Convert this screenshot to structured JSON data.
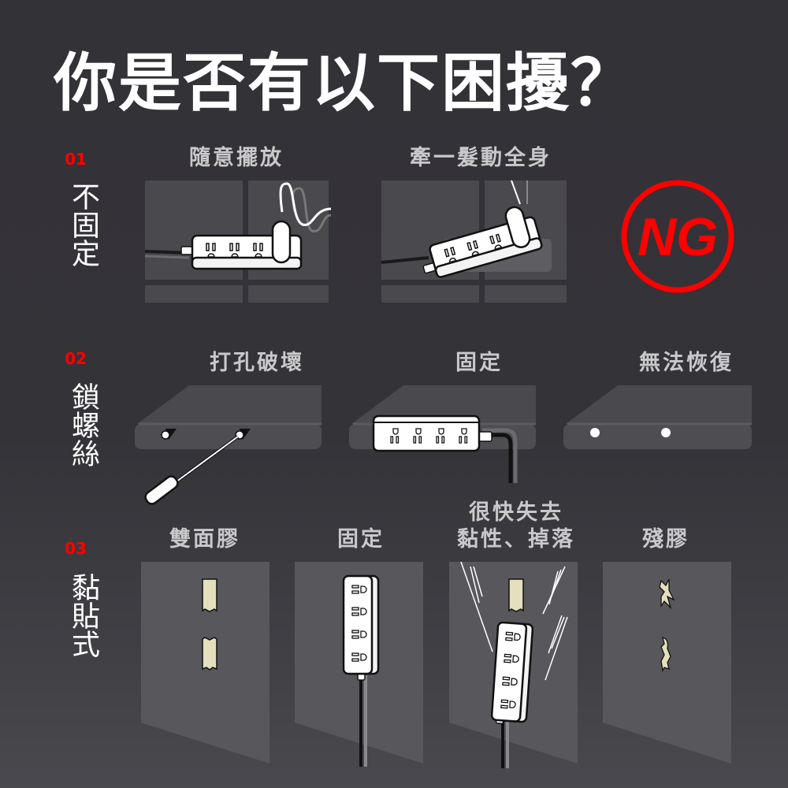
{
  "title": "你是否有以下困擾？",
  "colors": {
    "background": "#343338",
    "accent_red": "#ff0000",
    "panel": "#4e4d52",
    "tape": "#e4dfbd",
    "caption": "#c9c9cb"
  },
  "sections": [
    {
      "number": "01",
      "label": "不固定",
      "captions": [
        "隨意擺放",
        "牽一髮動全身"
      ],
      "badge": {
        "icon": "ng-icon",
        "text": "NG"
      }
    },
    {
      "number": "02",
      "label": "鎖螺絲",
      "captions": [
        "打孔破壞",
        "固定",
        "無法恢復"
      ]
    },
    {
      "number": "03",
      "label": "黏貼式",
      "captions": [
        "雙面膠",
        "固定",
        "很快失去",
        "黏性、掉落",
        "殘膠"
      ]
    }
  ]
}
